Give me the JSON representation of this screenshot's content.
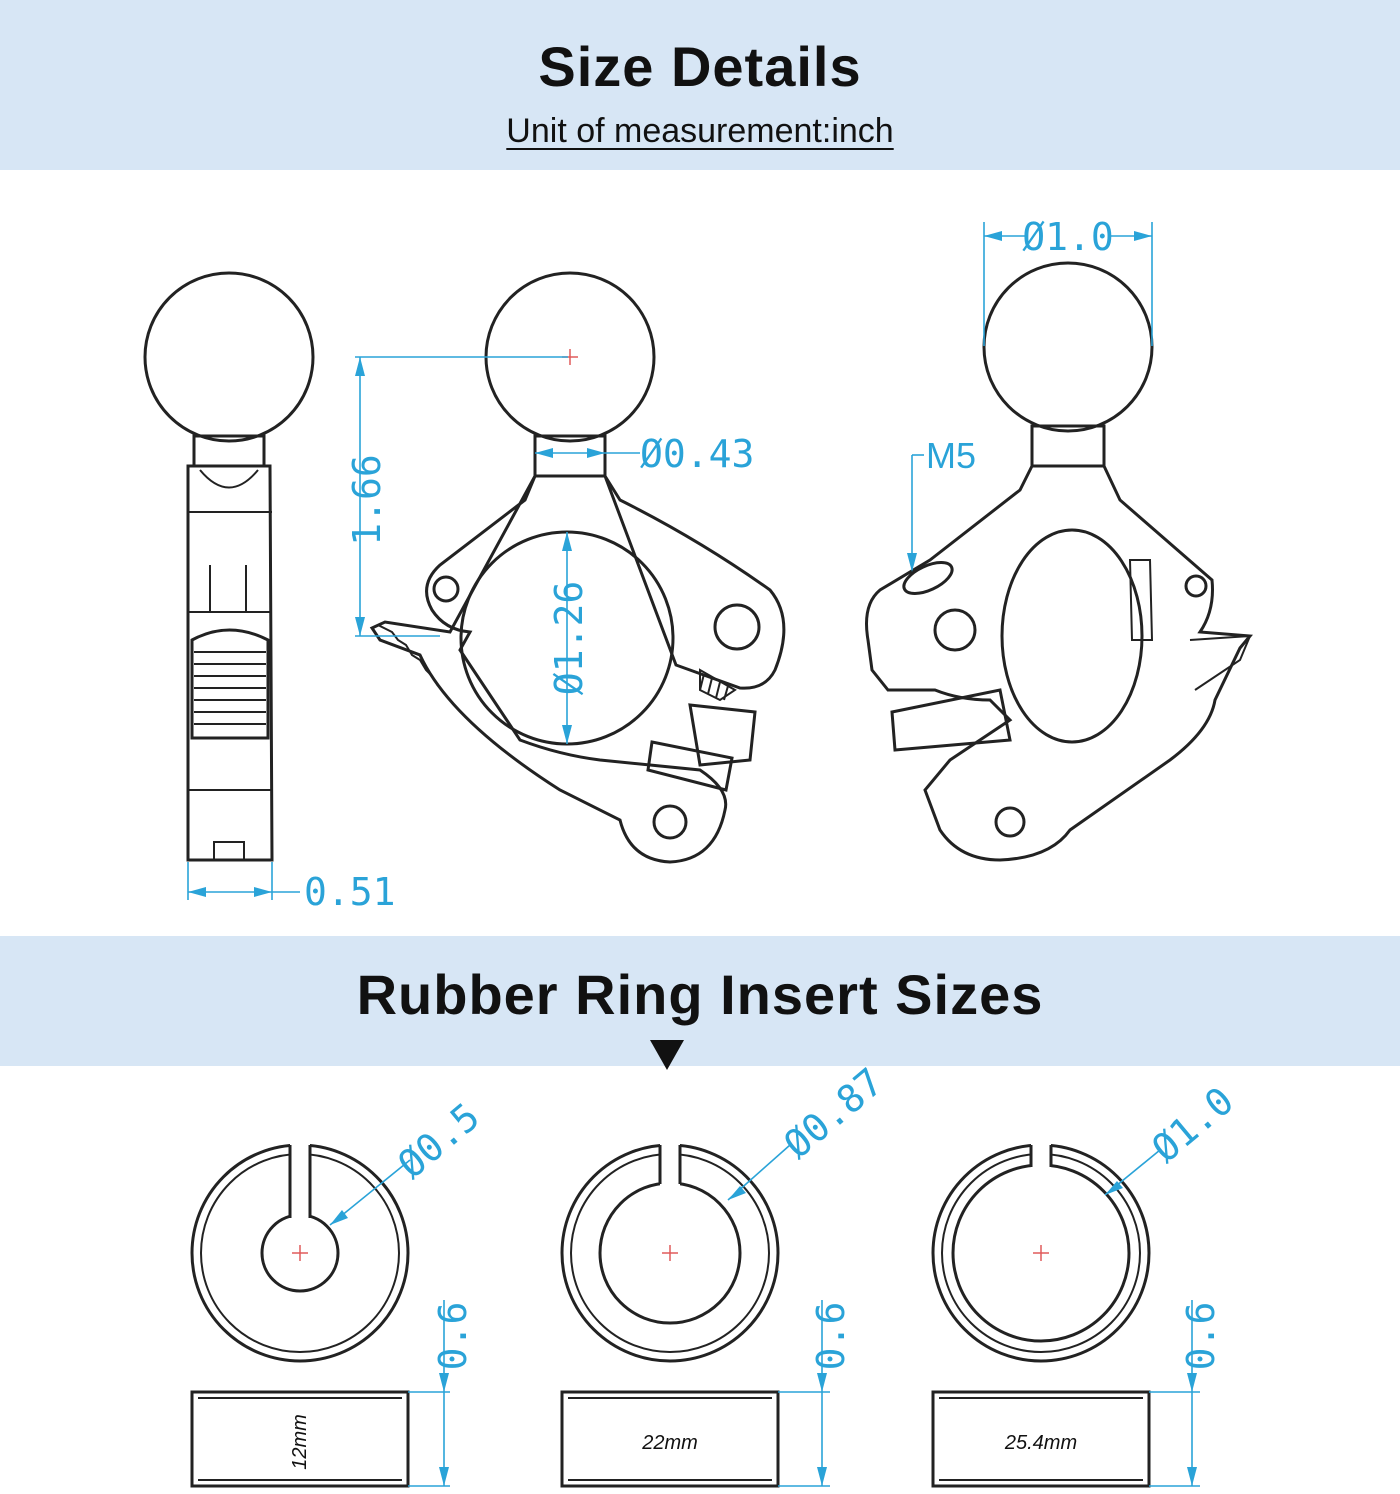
{
  "header": {
    "title": "Size Details",
    "subtitle": "Unit of measurement:inch"
  },
  "section2": {
    "title": "Rubber Ring Insert Sizes"
  },
  "colors": {
    "band": "#d7e6f5",
    "dimension": "#2aa3d8",
    "line": "#222222"
  },
  "dimensions": {
    "side_width": "0.51",
    "height": "1.66",
    "neck_dia": "Ø0.43",
    "clamp_dia": "Ø1.26",
    "ball_dia": "Ø1.0",
    "thread": "M5"
  },
  "rings": [
    {
      "inner_dia": "Ø0.5",
      "height": "0.6",
      "size_label": "12mm"
    },
    {
      "inner_dia": "Ø0.87",
      "height": "0.6",
      "size_label": "22mm"
    },
    {
      "inner_dia": "Ø1.0",
      "height": "0.6",
      "size_label": "25.4mm"
    }
  ]
}
